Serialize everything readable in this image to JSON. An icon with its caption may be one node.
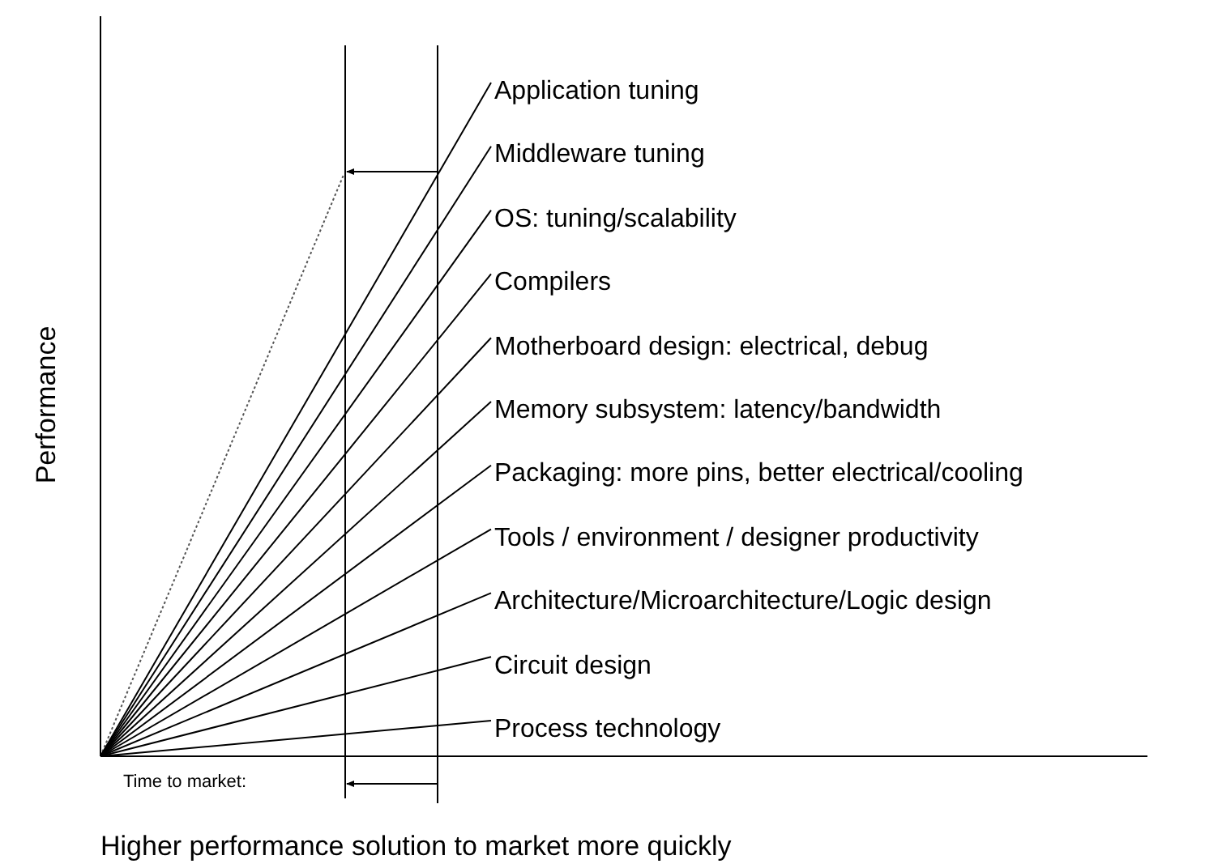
{
  "diagram": {
    "caption": "Higher performance solution to market more quickly",
    "nodes": [
      {
        "text": [
          "Application tuning"
        ]
      },
      {
        "text": [
          "Middleware tuning"
        ]
      },
      {
        "text": [
          "OS: tuning/scalability"
        ]
      },
      {
        "text": [
          "Compilers"
        ]
      },
      {
        "text": [
          "Motherboard design: electrical, debug"
        ]
      },
      {
        "text": [
          "Memory subsystem: latency/bandwidth"
        ]
      },
      {
        "text": [
          "Packaging: more pins, better electrical/cooling"
        ]
      },
      {
        "text": [
          "Tools / environment / designer productivity"
        ]
      },
      {
        "text": [
          "Architecture/Microarchitecture/Logic design"
        ]
      },
      {
        "text": [
          "Circuit design"
        ]
      },
      {
        "text": [
          "Process technology"
        ]
      }
    ],
    "edges": [
      {
        "from": null,
        "to": 0,
        "arrow": "none"
      },
      {
        "from": null,
        "to": 1,
        "arrow": "none"
      },
      {
        "from": null,
        "to": 2,
        "arrow": "none"
      },
      {
        "from": null,
        "to": 3,
        "arrow": "none"
      },
      {
        "from": null,
        "to": 4,
        "arrow": "none"
      },
      {
        "from": null,
        "to": 5,
        "arrow": "none"
      },
      {
        "from": null,
        "to": 6,
        "arrow": "none"
      },
      {
        "from": null,
        "to": 7,
        "arrow": "none"
      },
      {
        "from": null,
        "to": 8,
        "arrow": "none"
      },
      {
        "from": null,
        "to": 9,
        "arrow": "none"
      },
      {
        "from": null,
        "to": 10,
        "arrow": "none"
      }
    ],
    "labels": [
      "Performance",
      "Time to market:"
    ]
  }
}
